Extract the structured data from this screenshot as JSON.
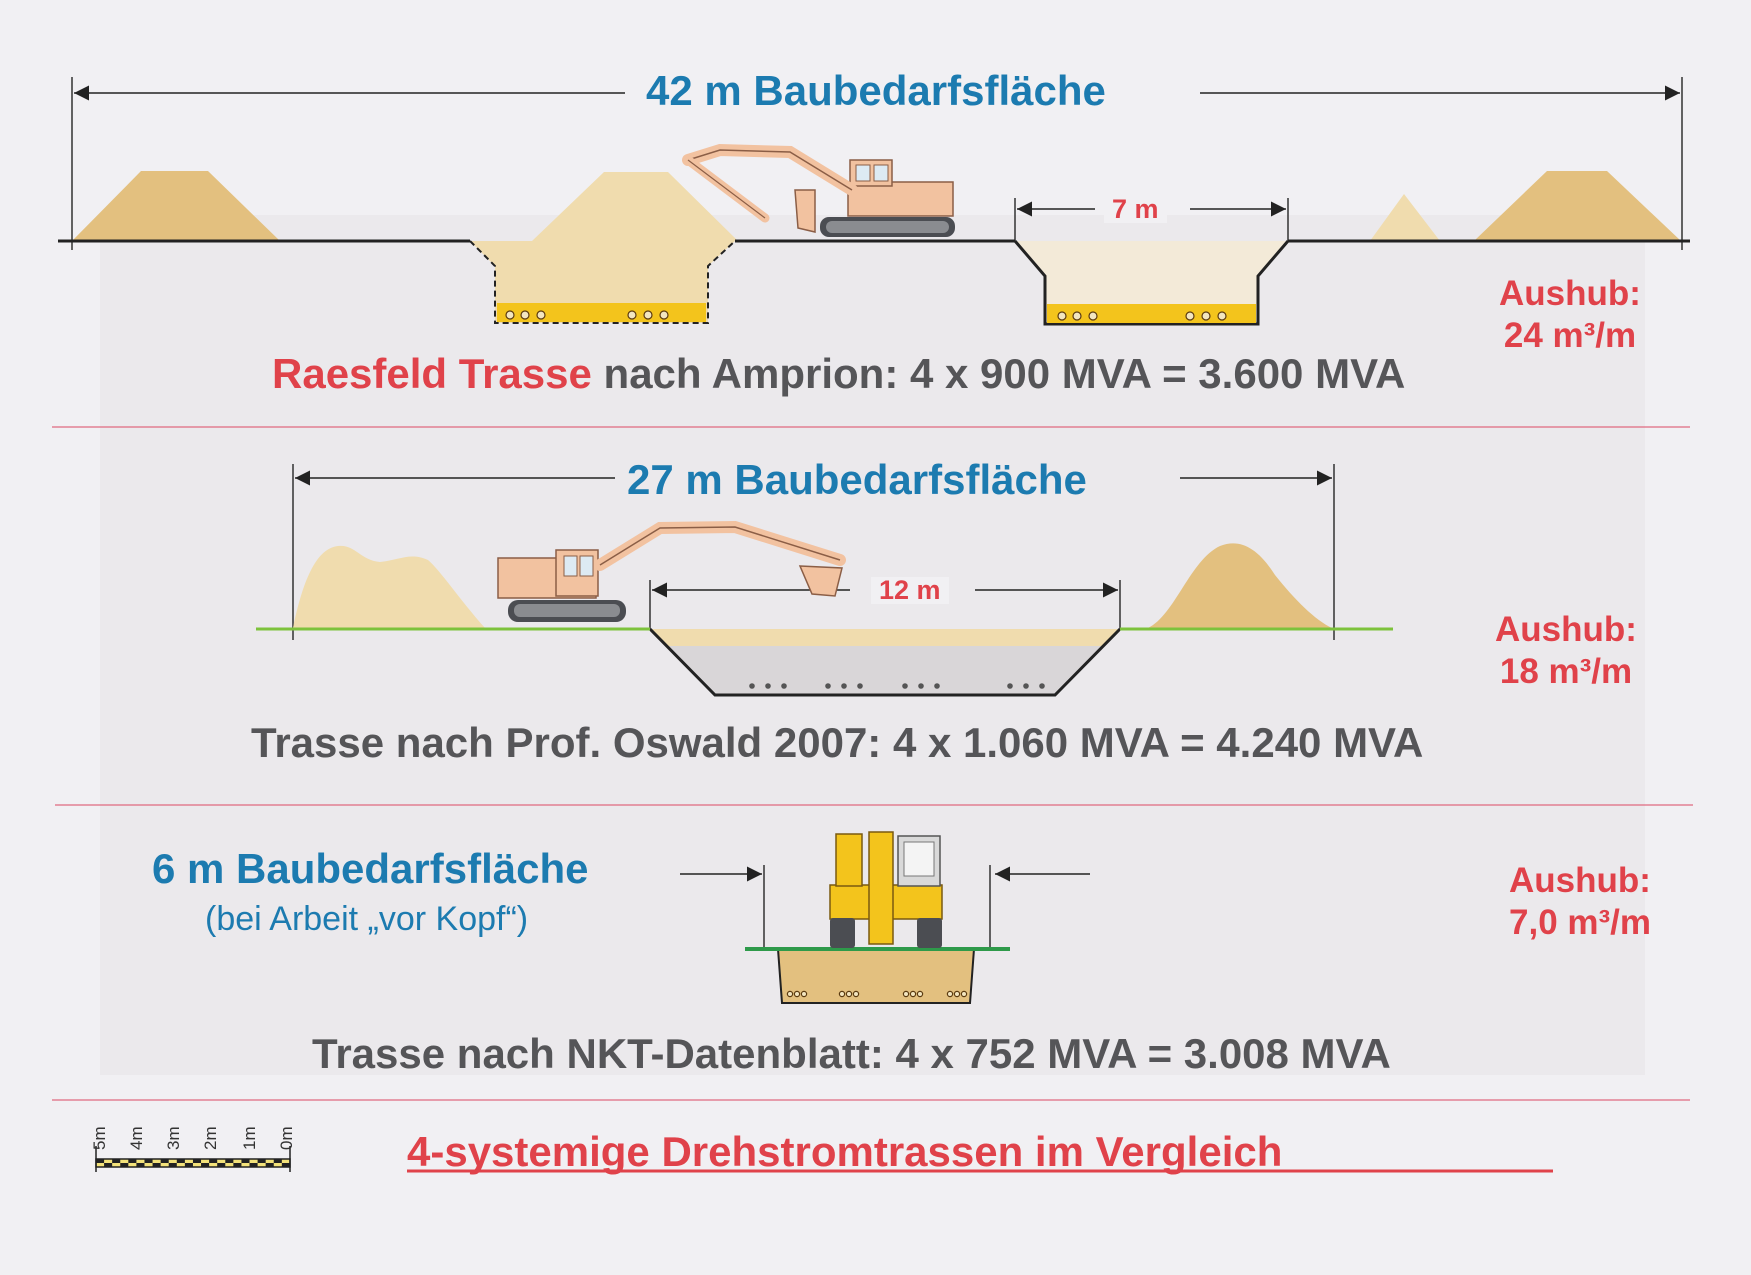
{
  "sections": [
    {
      "width_label": "42 m Baubedarfsfläche",
      "trench_label": "7 m",
      "aushub_label": "Aushub:",
      "aushub_value": "24 m³/m",
      "caption_highlight": "Raesfeld Trasse",
      "caption_rest": " nach Amprion: 4 x 900 MVA = 3.600 MVA"
    },
    {
      "width_label": "27 m Baubedarfsfläche",
      "trench_label": "12 m",
      "aushub_label": "Aushub:",
      "aushub_value": "18 m³/m",
      "caption": "Trasse nach Prof. Oswald 2007: 4 x 1.060 MVA = 4.240 MVA"
    },
    {
      "width_label": "6 m Baubedarfsfläche",
      "width_sublabel": "(bei Arbeit „vor Kopf“)",
      "aushub_label": "Aushub:",
      "aushub_value": "7,0 m³/m",
      "caption": "Trasse nach NKT-Datenblatt: 4 x 752 MVA = 3.008 MVA"
    }
  ],
  "scale_bar": {
    "labels": [
      "5m",
      "4m",
      "3m",
      "2m",
      "1m",
      "0m"
    ]
  },
  "footer_title": "4-systemige Drehstromtrassen im Vergleich",
  "colors": {
    "blue": "#1c7bb0",
    "red": "#e0424a",
    "grey_text": "#555558",
    "sand": "#e3c07f",
    "pale_sand": "#f0dcae",
    "cable_bed_yellow": "#f3c41c",
    "grass": "#7dc23c",
    "excavator": "#f2c2a0",
    "separator": "#e06a80"
  }
}
